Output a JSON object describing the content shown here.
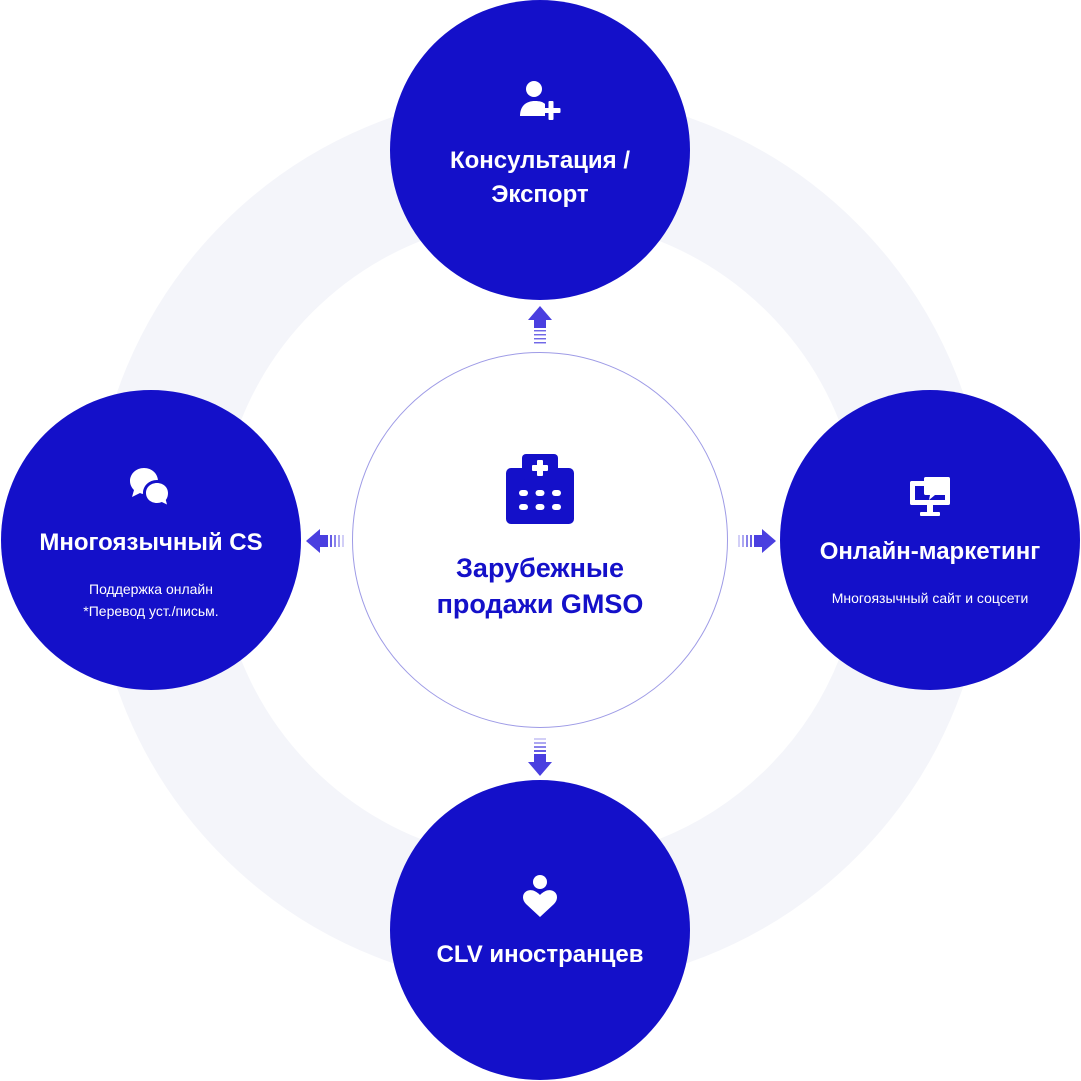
{
  "colors": {
    "primary": "#1410c9",
    "ring": "#f4f5fa",
    "center_border": "#9e9be6",
    "arrow": "#4a3fe0",
    "white": "#ffffff"
  },
  "center": {
    "icon": "hospital-icon",
    "title": "Зарубежные\nпродажи GMSO"
  },
  "nodes": {
    "top": {
      "icon": "user-add-icon",
      "title": "Консультация /\nЭкспорт"
    },
    "left": {
      "icon": "chat-bubbles-icon",
      "title": "Многоязычный CS",
      "subtitle": "Поддержка онлайн\n*Перевод уст./письм."
    },
    "right": {
      "icon": "monitor-chat-icon",
      "title": "Онлайн-маркетинг",
      "subtitle": "Многоязычный сайт и соцсети"
    },
    "bottom": {
      "icon": "heart-user-icon",
      "title": "CLV иностранцев"
    }
  }
}
